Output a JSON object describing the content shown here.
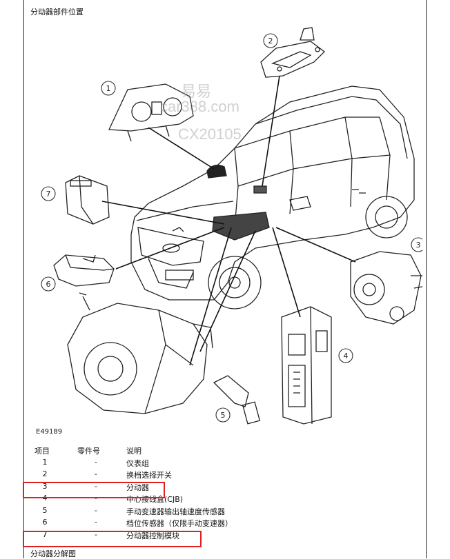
{
  "section_title": "分动器部件位置",
  "figure_id": "E49189",
  "callouts": [
    "1",
    "2",
    "3",
    "4",
    "5",
    "6",
    "7"
  ],
  "watermark": {
    "line1": "易易",
    "line2": "car388.com",
    "line3": "CX20105"
  },
  "highlight_color": "#e02020",
  "table": {
    "headers": {
      "item": "项目",
      "part": "零件号",
      "desc": "说明"
    },
    "rows": [
      {
        "item": "1",
        "part": "-",
        "desc": "仪表组"
      },
      {
        "item": "2",
        "part": "-",
        "desc": "换档选择开关"
      },
      {
        "item": "3",
        "part": "-",
        "desc": "分动器"
      },
      {
        "item": "4",
        "part": "-",
        "desc": "中心接线盒(CJB)"
      },
      {
        "item": "5",
        "part": "-",
        "desc": "手动变速器输出轴速度传感器"
      },
      {
        "item": "6",
        "part": "-",
        "desc": "档位传感器（仅限手动变速器）"
      },
      {
        "item": "7",
        "part": "-",
        "desc": "分动器控制模块"
      }
    ]
  },
  "footer_title": "分动器分解图"
}
